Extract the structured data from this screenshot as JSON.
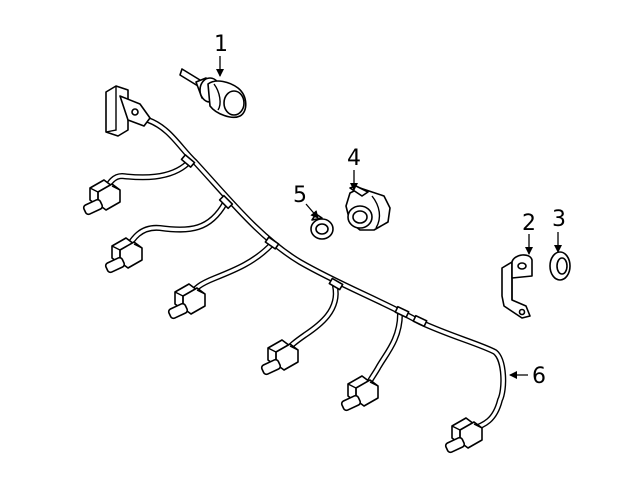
{
  "diagram": {
    "callouts": [
      {
        "id": "callout-1",
        "label": "1",
        "part": "sensor-bolt"
      },
      {
        "id": "callout-2",
        "label": "2",
        "part": "mounting-bracket"
      },
      {
        "id": "callout-3",
        "label": "3",
        "part": "grommet-ring"
      },
      {
        "id": "callout-4",
        "label": "4",
        "part": "parking-sensor"
      },
      {
        "id": "callout-5",
        "label": "5",
        "part": "retainer-ring"
      },
      {
        "id": "callout-6",
        "label": "6",
        "part": "wiring-harness"
      }
    ]
  }
}
